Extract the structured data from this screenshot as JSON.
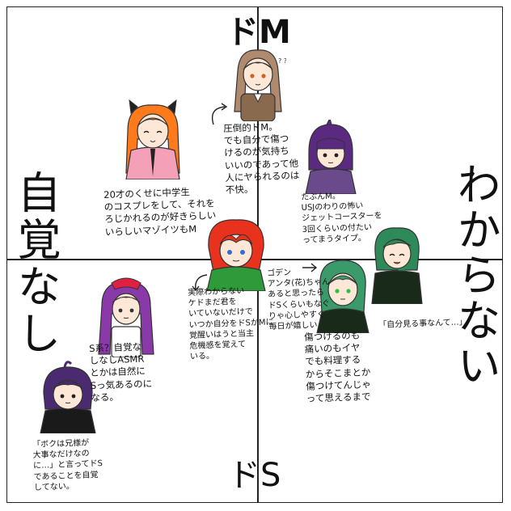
{
  "axes": {
    "top": "ドM",
    "bottom": "ドS",
    "left": "自覚なし",
    "right": "わからない"
  },
  "notes": {
    "top_center": "圧倒的ドM。\nでも自分で傷つ\nけるのが気持ち\nいいのであって他\n人にヤられるのは\n不快。",
    "top_left": "20才のくせに中学生\nのコスプレをして、それを\nろじかれるのが好きらしい\nいらしいマゾイツもM",
    "top_right": "たぶんM。\nUSJのわりの怖い\nジェットコースターを\n3回くらいの付たい\nってまうタイプ。",
    "center": "実際わからない\nケドまだ君を\nいていないだけで\nいつか自分をドSかMに\n覚醒いはうと当主\n危機感を覚えて\nいる。",
    "right_mid": "ゴデン\nアンタ(花)ちゃん\nあると思ったら\nドSくらいもなぐ\nりゃ心しやすく\n毎日が嬉しい",
    "right_speech": "「自分見る事なんて…」",
    "right_bottom": "傷つけるのも\n痛いのもイヤ\nでも料理する\nからそこまとか\n傷つけてんじゃ\nって思えるまで",
    "left_bottom": "S系？自覚な\nしなしASMR\nとかは自然に\nSっ気あるのに\nなる。",
    "bottom_left": "「ボクは兄様が\n大事なだけなの\nに…」と言ってドS\nであることを自覚\nしてない。"
  },
  "characters": [
    {
      "name": "brown-long-hair-girl",
      "hair": "#b08a6e",
      "outfit": "#8a6a4f",
      "eye": "#d0602a"
    },
    {
      "name": "orange-hair-bow-girl",
      "hair": "#ff7a1a",
      "outfit": "#f4a0b8",
      "eye": "#222222"
    },
    {
      "name": "purple-bob-girl",
      "hair": "#5a2a80",
      "outfit": "#6a4a8a",
      "eye": "#222222"
    },
    {
      "name": "red-hair-boy",
      "hair": "#e8321e",
      "outfit": "#2e9a3a",
      "eye": "#3a6ad0"
    },
    {
      "name": "purple-long-hair-girl",
      "hair": "#8a3aa8",
      "outfit": "#ffffff",
      "eye": "#333333",
      "accent": "#e02040"
    },
    {
      "name": "green-wavy-hair-girl",
      "hair": "#2f8a5a",
      "outfit": "#1a2a1a",
      "eye": "#222222"
    },
    {
      "name": "green-hair-girl",
      "hair": "#3a9a6a",
      "outfit": "#1a2a1a",
      "eye": "#30c040"
    },
    {
      "name": "purple-short-hair-boy",
      "hair": "#4a2a70",
      "outfit": "#1a1a1a",
      "eye": "#222222"
    }
  ]
}
